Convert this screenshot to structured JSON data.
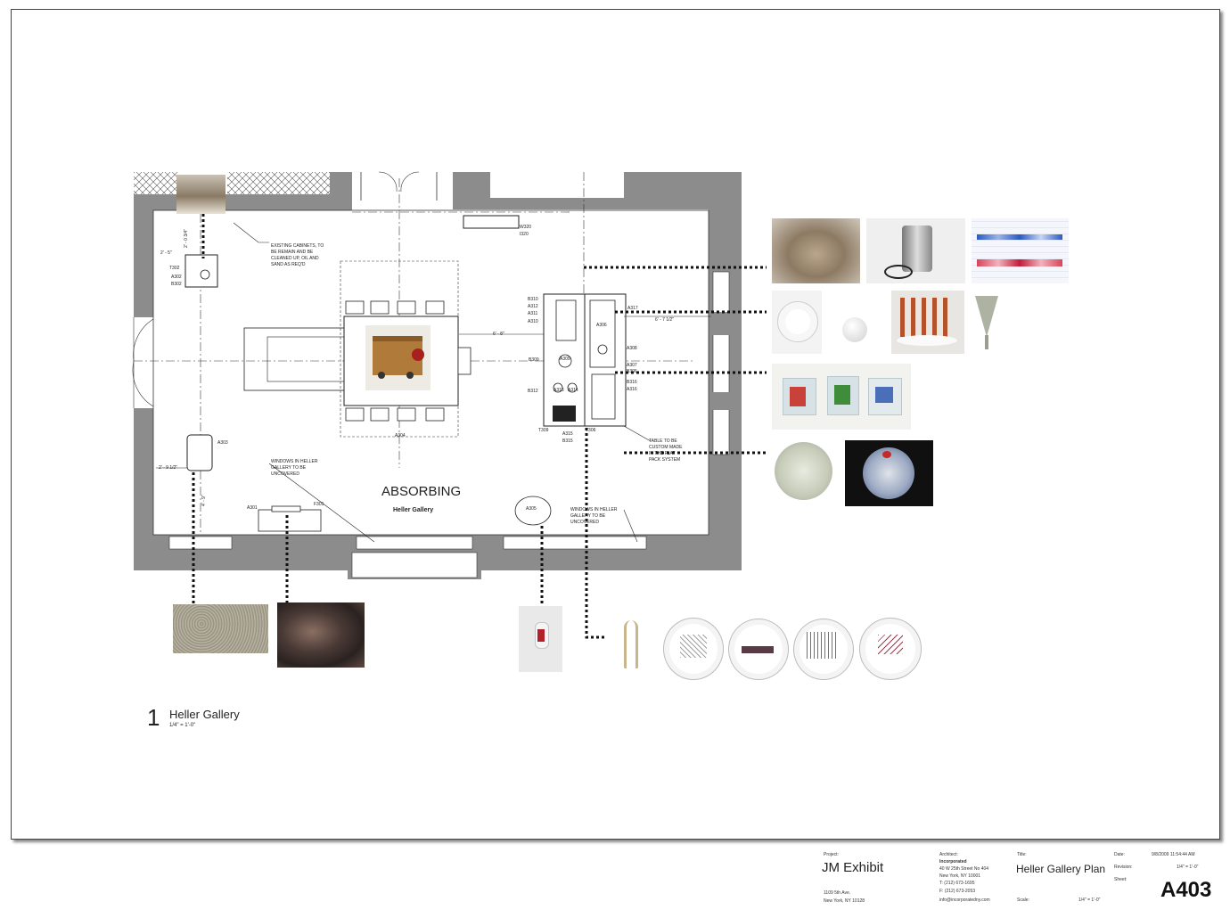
{
  "drawing": {
    "room_title": "ABSORBING",
    "room_subtitle": "Heller Gallery",
    "view_number": "1",
    "view_name": "Heller Gallery",
    "view_scale": "1/4\" = 1'-0\"",
    "notes": {
      "cabinets": "EXISTING CABINETS, TO\nBE REMAIN AND BE\nCLEANED UP, OIL AND\nSAND AS REQ'D",
      "windows_left": "WINDOWS IN HELLER\nGALLERY TO BE\nUNCOVERED",
      "windows_right": "WINDOWS IN HELLER\nGALLERY TO BE\nUNCOVERED",
      "table": "TABLE TO BE\nCUSTOM MADE\nIN THE FLAT\nPACK SYSTEM"
    },
    "dimensions": {
      "d1": "2' - 5\"",
      "d2": "2' - 0 3/4\"",
      "d3": "6' - 8\"",
      "d4": "6' - 7 1/2\"",
      "d5": "2' - 9 1/2\"",
      "d6": "4' - 9\""
    },
    "tags": {
      "w320": "W320",
      "i320": "I320",
      "t302": "T302",
      "a302": "A302",
      "b302": "B302",
      "b310": "B310",
      "a312": "A312",
      "a311": "A311",
      "a310": "A310",
      "a306": "A306",
      "a317": "A317",
      "a308": "A308",
      "b309": "B309",
      "a309": "A309",
      "a307": "A307",
      "b306": "B306",
      "b312": "B312",
      "a313": "A313",
      "a314": "A314",
      "b316": "B316",
      "a316": "A316",
      "t309": "T309",
      "a315": "A315",
      "t306": "T306",
      "b315": "B315",
      "a304": "A304",
      "a303": "A303",
      "a301": "A301",
      "f301": "F301",
      "a305": "A305"
    }
  },
  "title_block": {
    "project_label": "Project:",
    "project_name": "JM Exhibit",
    "project_address_1": "1109 5th Ave.",
    "project_address_2": "New York, NY  10128",
    "architect_label": "Architect:",
    "architect_name": "Incorporated",
    "architect_address_1": "40 W 25th Street No 404",
    "architect_address_2": "New York, NY 10001",
    "architect_phone": "T: (212) 673-1695",
    "architect_fax": "F: (212) 673-2053",
    "architect_email": "info@incorporatedny.com",
    "title_label": "Title:",
    "title_value": "Heller Gallery Plan",
    "scale_label": "Scale:",
    "scale_value": "1/4\" = 1'-0\"",
    "date_label": "Date:",
    "date_value": "9/8/2009 11:54:44 AM",
    "revision_label": "Revision:",
    "revision_value": "1/4\" = 1'-0\"",
    "sheet_label": "Sheet:",
    "sheet_value": "A403"
  },
  "photos": [
    "sculpture-group-photo",
    "wagon-sculpture-photo",
    "metal-tool-photo",
    "metal-device-photo",
    "red-blue-drawing-photo",
    "white-plate-photo",
    "white-ball-object-photo",
    "copper-goblets-photo",
    "silver-cup-photo",
    "plastic-bags-photo",
    "glass-plate-photo",
    "dark-plate-photo",
    "gravel-texture-photo",
    "blurred-figure-photo",
    "hanging-sack-photo",
    "wishbone-photo",
    "drawn-plate-1-photo",
    "drawn-plate-2-photo",
    "drawn-plate-3-photo",
    "drawn-plate-4-photo"
  ]
}
